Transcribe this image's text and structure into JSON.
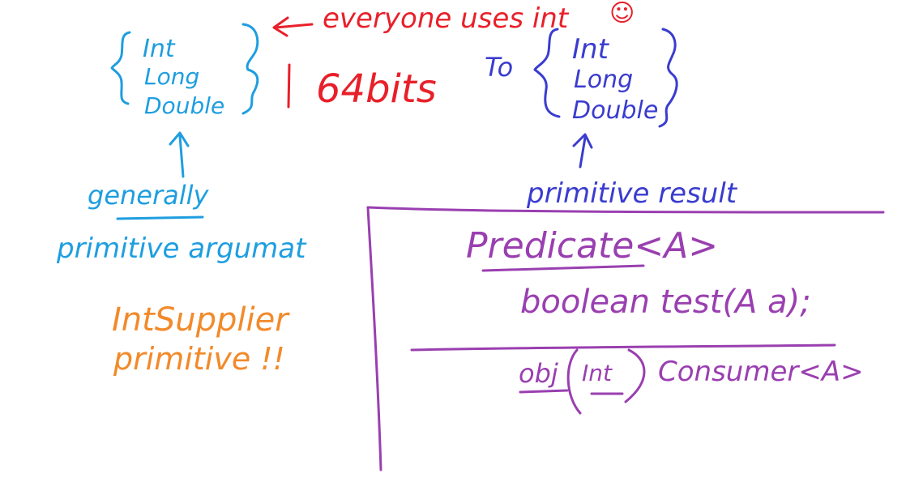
{
  "colors": {
    "blue": "#1e9ee0",
    "red": "#e8202a",
    "navy": "#3a3ccf",
    "orange": "#f28a2a",
    "purple": "#9a3fb0"
  },
  "left_group": {
    "types": [
      "Int",
      "Long",
      "Double"
    ],
    "note_generally": "generally",
    "note_primitive_argument": "primitive argumat"
  },
  "top_note": {
    "everyone": "everyone uses int",
    "smiley": "☺",
    "bits": "64bits"
  },
  "right_group": {
    "to_label": "To",
    "types": [
      "Int",
      "Long",
      "Double"
    ],
    "note_primitive_result": "primitive result"
  },
  "supplier_note": {
    "line1": "IntSupplier",
    "line2": "primitive !!"
  },
  "box": {
    "predicate_title": "Predicate<A>",
    "predicate_method": "boolean test(A a);",
    "consumer_prefix": "obj",
    "consumer_circled": "Int",
    "consumer_name": "Consumer<A>"
  }
}
